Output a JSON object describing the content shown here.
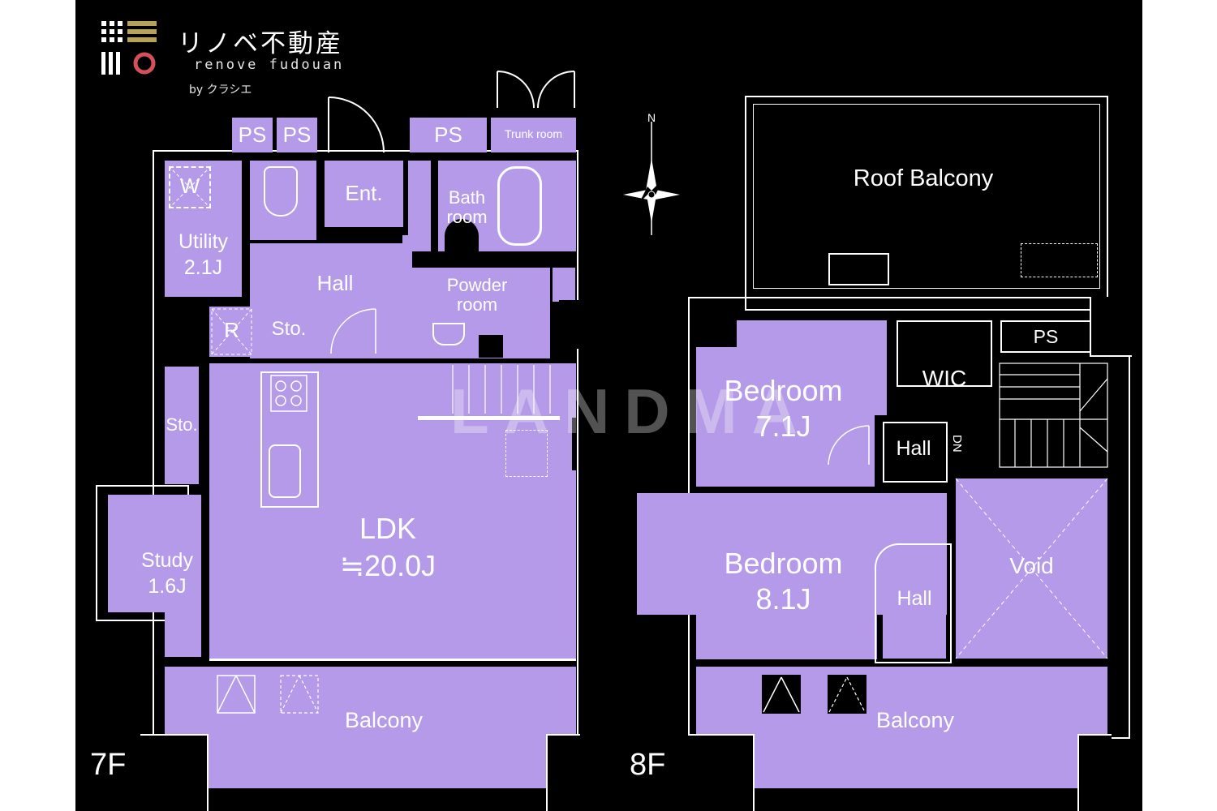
{
  "logo": {
    "title": "リノベ不動産",
    "subtitle": "renove fudouan",
    "byline": "by クラシエ"
  },
  "watermark": "LANDMA",
  "compass": {
    "north_label": "N"
  },
  "floor_7": {
    "label": "7F",
    "rooms": {
      "ps_1": "PS",
      "ps_2": "PS",
      "ps_3": "PS",
      "trunk_room": "Trunk room",
      "w": "W",
      "ent": "Ent.",
      "bath_line1": "Bath",
      "bath_line2": "room",
      "utility_name": "Utility",
      "utility_size": "2.1J",
      "hall": "Hall",
      "powder_line1": "Powder",
      "powder_line2": "room",
      "r": "R",
      "sto_1": "Sto.",
      "sto_2": "Sto.",
      "study_name": "Study",
      "study_size": "1.6J",
      "ldk_name": "LDK",
      "ldk_size": "≒20.0J",
      "balcony": "Balcony"
    }
  },
  "floor_8": {
    "label": "8F",
    "rooms": {
      "roof_balcony": "Roof Balcony",
      "ps": "PS",
      "wic": "WIC",
      "bedroom1_name": "Bedroom",
      "bedroom1_size": "7.1J",
      "hall_1": "Hall",
      "dn": "DN",
      "bedroom2_name": "Bedroom",
      "bedroom2_size": "8.1J",
      "hall_2": "Hall",
      "void": "Void",
      "balcony": "Balcony"
    }
  },
  "colors": {
    "room_fill": "#b49ae8",
    "background": "#000000",
    "lines": "#ffffff",
    "logo_gold": "#b8a15a",
    "logo_red": "#d4505a"
  }
}
